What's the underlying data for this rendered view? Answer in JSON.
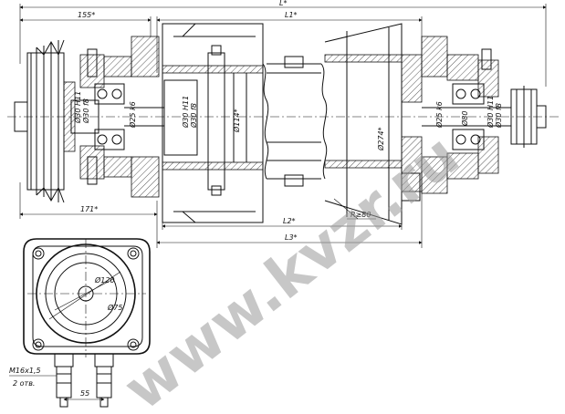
{
  "drawing": {
    "watermark": "www.kvzr.ru",
    "dimensions": {
      "L_total": "L*",
      "L1": "L1*",
      "L2": "L2*",
      "L3": "L3*",
      "left_155": "155*",
      "left_171": "171*"
    },
    "diameters": {
      "d30_h11_left": "Ø30 H11",
      "d30_f8_left": "Ø30 f8",
      "d25_k6_left": "Ø25 k6",
      "d30_h11_inner": "Ø30 H11",
      "d30_f8_inner": "Ø30 f8",
      "d114": "Ø114*",
      "d274": "Ø274*",
      "d25_k6_right": "Ø25 k6",
      "d80": "Ø80",
      "d30_h11_right": "Ø30 H11",
      "d30_f8_right": "Ø30 f8",
      "d120": "Ø120",
      "d75": "Ø75"
    },
    "notes": {
      "radius": "R≥80",
      "thread": "M16x1,5",
      "count": "2 отв.",
      "spacing": "55"
    }
  }
}
